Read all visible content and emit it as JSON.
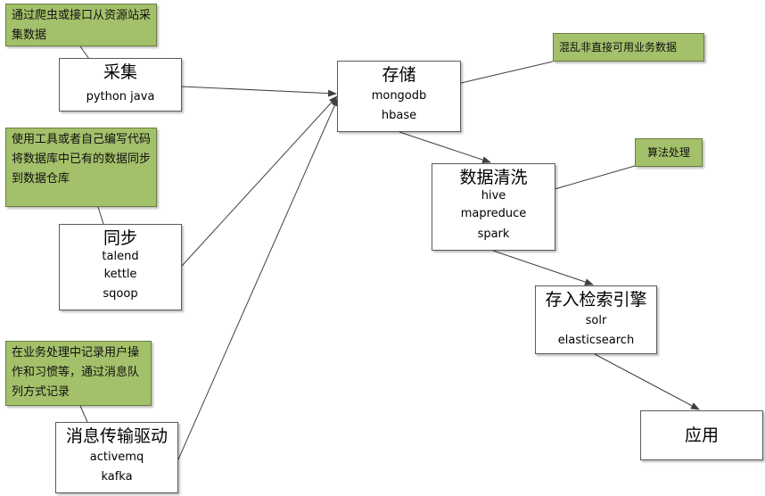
{
  "nodes": {
    "collect": {
      "title": "采集",
      "items": [
        "python java"
      ]
    },
    "sync": {
      "title": "同步",
      "items": [
        "talend",
        "kettle",
        "sqoop"
      ]
    },
    "mq": {
      "title": "消息传输驱动",
      "items": [
        "activemq",
        "kafka"
      ]
    },
    "storage": {
      "title": "存储",
      "items": [
        "mongodb",
        "hbase"
      ]
    },
    "clean": {
      "title": "数据清洗",
      "items": [
        "hive",
        "mapreduce",
        "spark"
      ]
    },
    "search": {
      "title": "存入检索引擎",
      "items": [
        "solr",
        "elasticsearch"
      ]
    },
    "app": {
      "title": "应用"
    }
  },
  "notes": {
    "collect": "通过爬虫或接口从资源站采集数据",
    "sync": "使用工具或者自己编写代码将数据库中已有的数据同步到数据仓库",
    "mq": "在业务处理中记录用户操作和习惯等，通过消息队列方式记录",
    "storage": "混乱非直接可用业务数据",
    "clean": "算法处理"
  },
  "colors": {
    "note_fill": "#a3c06a",
    "box_border": "#5a5a5a",
    "line": "#404040"
  }
}
